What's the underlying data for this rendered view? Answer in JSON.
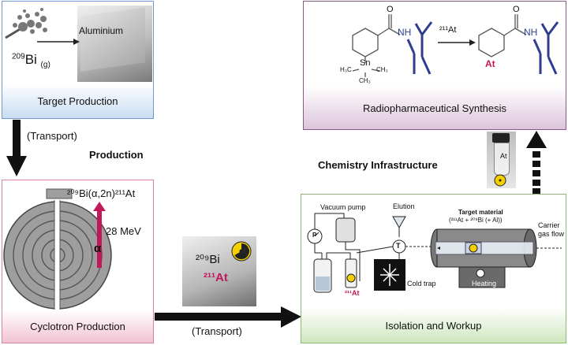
{
  "target": {
    "label": "Target Production",
    "bi_mass": "209",
    "bi_symbol": "Bi",
    "bi_state": "(g)",
    "foil_label": "Aluminium"
  },
  "flow": {
    "transport_1": "(Transport)",
    "production": "Production",
    "chemistry_infrastructure": "Chemistry Infrastructure",
    "transport_2": "(Transport)"
  },
  "cyclotron": {
    "label": "Cyclotron Production",
    "reaction": "²⁰⁹Bi(α,2n)²¹¹At",
    "energy": "28 MeV",
    "alpha": "α"
  },
  "sample": {
    "bi": "²⁰⁹Bi",
    "at": "²¹¹At"
  },
  "radio": {
    "label": "Radiopharmaceutical Synthesis",
    "reagent": "²¹¹At",
    "sn": "Sn",
    "nh_left": "NH",
    "nh_right": "NH",
    "at_product": "At",
    "o_left": "O",
    "o_right": "O",
    "h3c_left": "H₃C",
    "ch3_right": "CH₃",
    "ch3_bottom": "CH₃"
  },
  "vial": {
    "label": "At"
  },
  "isolation": {
    "label": "Isolation and Workup",
    "vacuum_pump": "Vacuum pump",
    "elution": "Elution",
    "target_material_title": "Target material",
    "target_material_sub": "(²¹¹At + ²⁰⁹Bi (+ Al))",
    "carrier_gas": "Carrier\ngas flow",
    "cold_trap": "Cold trap",
    "heating": "Heating",
    "at_product": "²¹¹At",
    "gauge": "P",
    "t_valve": "T"
  },
  "colors": {
    "target_border": "#6d9bd1",
    "radio_border": "#8a5a86",
    "cyclotron_border": "#d8829e",
    "isolation_border": "#8cbc72",
    "astatine_magenta": "#c2185b",
    "antibody_blue": "#2f3e8f",
    "radiation_yellow": "#f5d000"
  }
}
